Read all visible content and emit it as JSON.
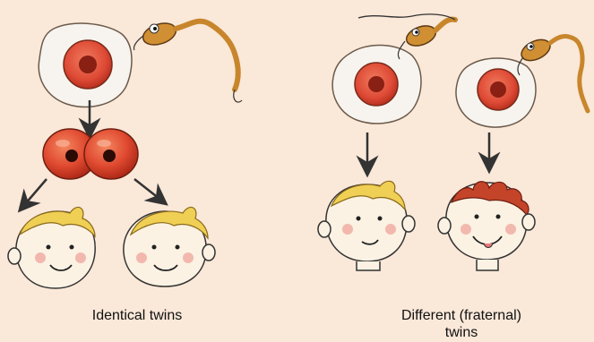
{
  "captions": {
    "identical": "Identical twins",
    "fraternal_line1": "Different (fraternal)",
    "fraternal_line2": "twins"
  },
  "colors": {
    "background": "#fae8d9",
    "egg_white": "#f7f4ef",
    "egg_yolk": "#e2553c",
    "hair": "#f0cf55",
    "hair_red": "#c4442a",
    "sperm": "#c8862c",
    "skin": "#fbf2e3",
    "cheek": "#f0a9a0"
  },
  "icons": [
    "egg-icon",
    "sperm-icon",
    "split-embryo-icon",
    "arrow-icon",
    "baby-face-icon"
  ]
}
